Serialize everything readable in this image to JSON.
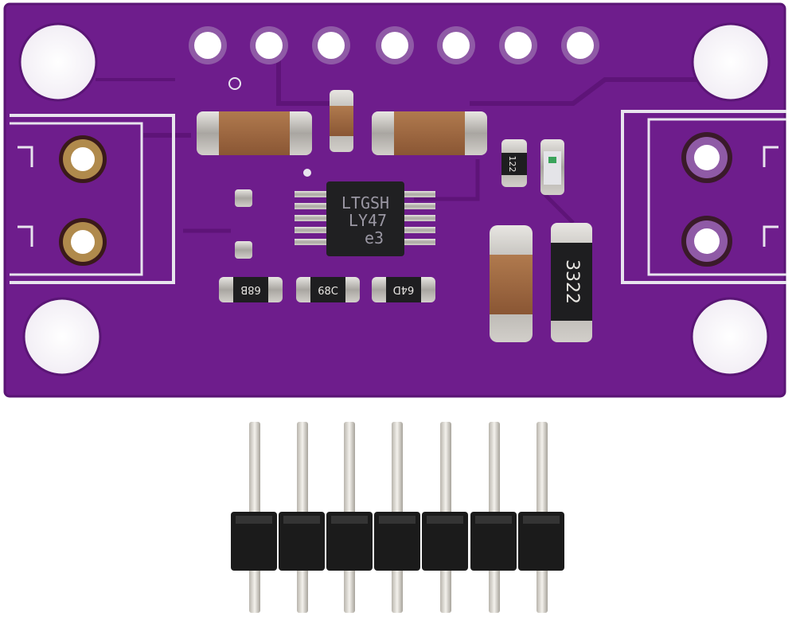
{
  "board": {
    "pcb_color": "#6e1d8c",
    "silk_color": "#e8e4ee",
    "pad_color": "#b08a4c",
    "header_pin_count": 7,
    "mounting_holes": 4
  },
  "chip": {
    "line1": "LTGSH",
    "line2": "LY47",
    "line3": "e3"
  },
  "resistors": {
    "top_right": "122",
    "bottom_left_1": "68B",
    "bottom_left_2": "68C",
    "bottom_left_3": "64D",
    "large": "3322"
  },
  "pin_header": {
    "pins": 7,
    "housing_color": "#1b1b1b",
    "pin_color": "#d9d6cf"
  }
}
